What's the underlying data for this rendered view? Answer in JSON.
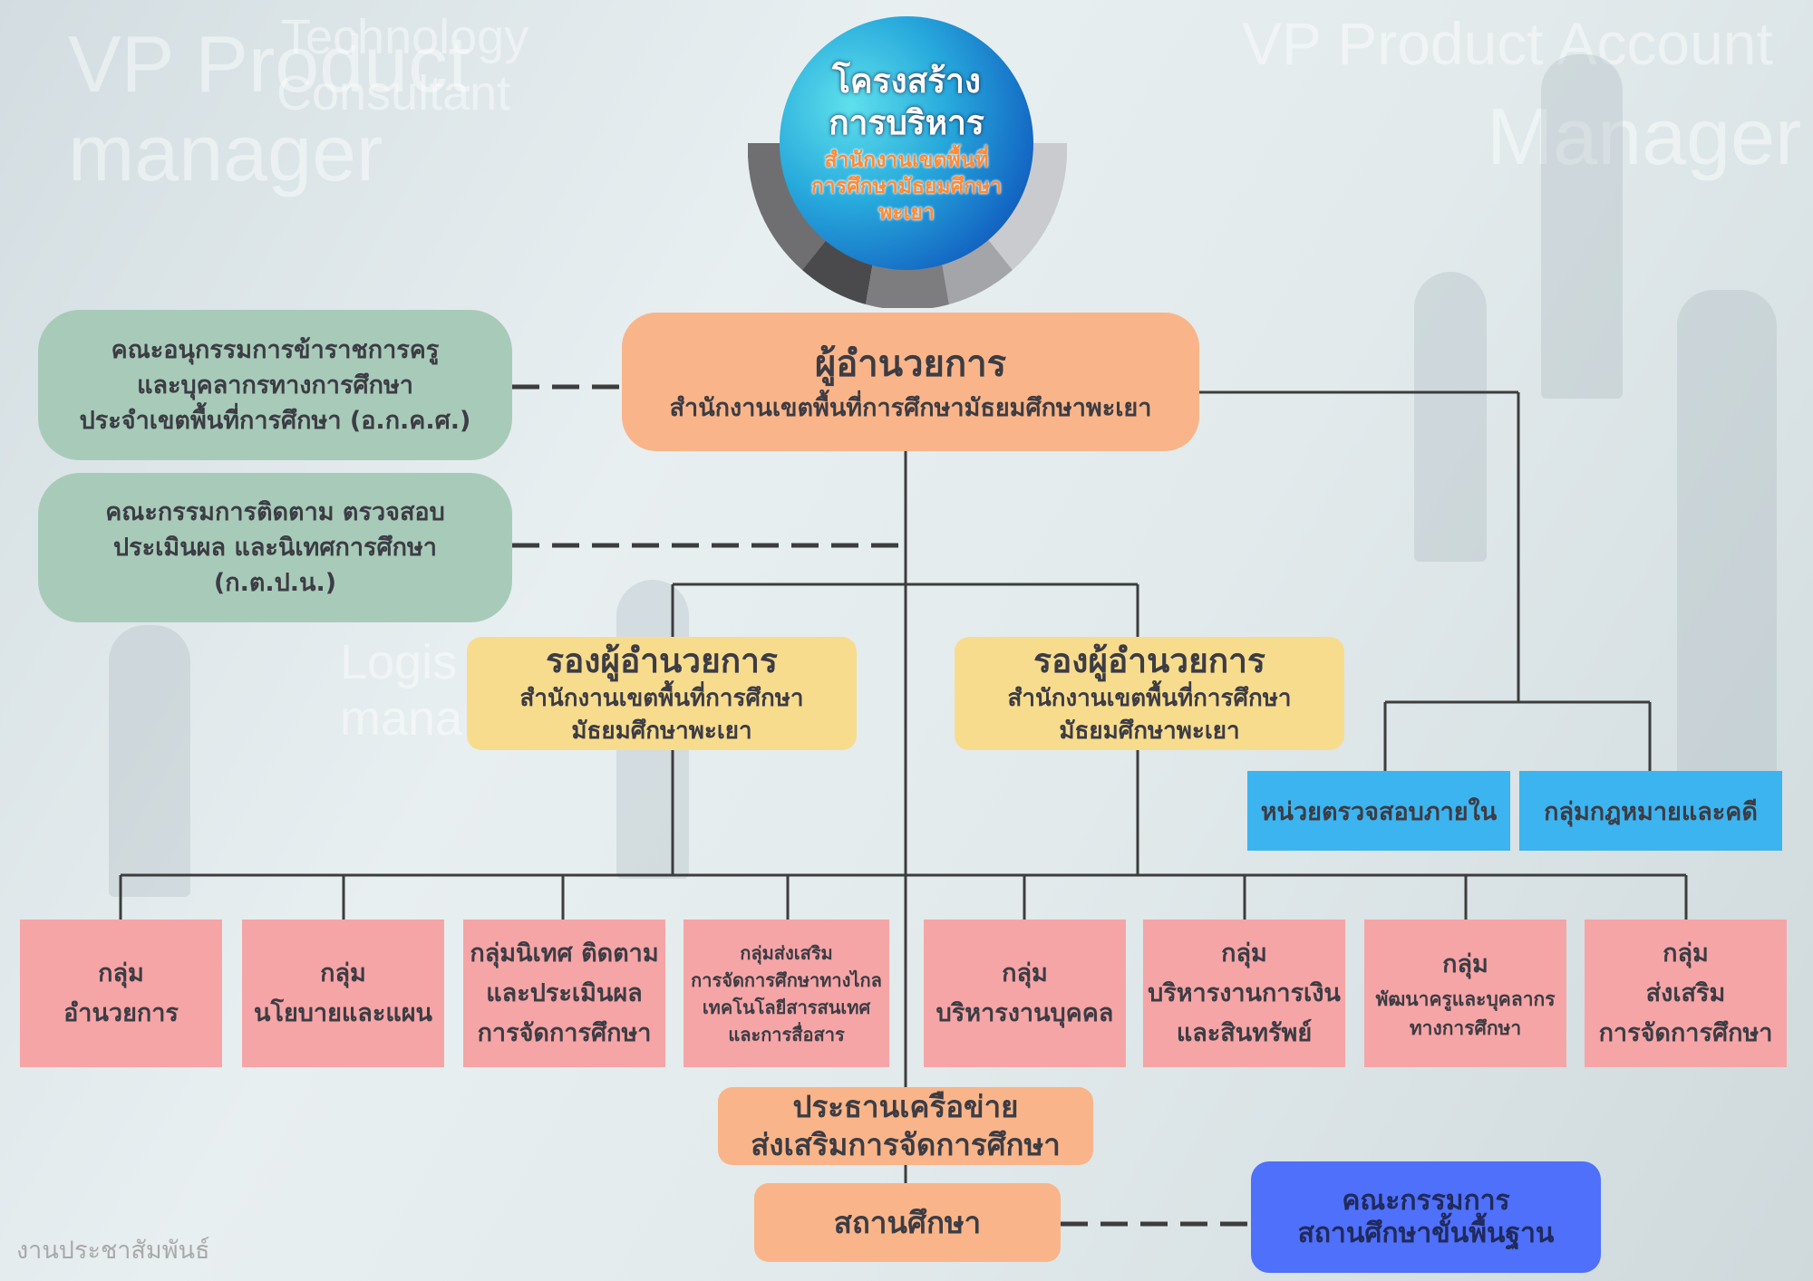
{
  "emblem": {
    "title_line1": "โครงสร้าง",
    "title_line2": "การบริหาร",
    "org_line1": "สำนักงานเขตพื้นที่",
    "org_line2": "การศึกษามัธยมศึกษา",
    "org_line3": "พะเยา"
  },
  "director": {
    "title": "ผู้อำนวยการ",
    "subtitle": "สำนักงานเขตพื้นที่การศึกษามัธยมศึกษาพะเยา"
  },
  "committees": {
    "akks": {
      "line1": "คณะอนุกรรมการข้าราชการครู",
      "line2": "และบุคลากรทางการศึกษา",
      "line3": "ประจำเขตพื้นที่การศึกษา (อ.ก.ค.ศ.)"
    },
    "ktpn": {
      "line1": "คณะกรรมการติดตาม ตรวจสอบ",
      "line2": "ประเมินผล และนิเทศการศึกษา",
      "line3": "(ก.ต.ป.น.)"
    }
  },
  "deputies": [
    {
      "title": "รองผู้อำนวยการ",
      "line1": "สำนักงานเขตพื้นที่การศึกษา",
      "line2": "มัธยมศึกษาพะเยา"
    },
    {
      "title": "รองผู้อำนวยการ",
      "line1": "สำนักงานเขตพื้นที่การศึกษา",
      "line2": "มัธยมศึกษาพะเยา"
    }
  ],
  "direct_units": [
    {
      "label": "หน่วยตรวจสอบภายใน"
    },
    {
      "label": "กลุ่มกฎหมายและคดี"
    }
  ],
  "groups": [
    {
      "line1": "กลุ่ม",
      "line2": "อำนวยการ",
      "line3": ""
    },
    {
      "line1": "กลุ่ม",
      "line2": "นโยบายและแผน",
      "line3": ""
    },
    {
      "line1": "กลุ่มนิเทศ ติดตาม",
      "line2": "และประเมินผล",
      "line3": "การจัดการศึกษา"
    },
    {
      "line1": "กลุ่มส่งเสริม",
      "line2": "การจัดการศึกษาทางไกล",
      "line3": "เทคโนโลยีสารสนเทศ",
      "line4": "และการสื่อสาร"
    },
    {
      "line1": "กลุ่ม",
      "line2": "บริหารงานบุคคล",
      "line3": ""
    },
    {
      "line1": "กลุ่ม",
      "line2": "บริหารงานการเงิน",
      "line3": "และสินทรัพย์"
    },
    {
      "line1": "กลุ่ม",
      "line2": "พัฒนาครูและบุคลากร",
      "line3": "ทางการศึกษา"
    },
    {
      "line1": "กลุ่ม",
      "line2": "ส่งเสริม",
      "line3": "การจัดการศึกษา"
    }
  ],
  "network": {
    "line1": "ประธานเครือข่าย",
    "line2": "ส่งเสริมการจัดการศึกษา"
  },
  "school": {
    "label": "สถานศึกษา"
  },
  "school_board": {
    "line1": "คณะกรรมการ",
    "line2": "สถานศึกษาขั้นพื้นฐาน"
  },
  "footer": {
    "credit": "งานประชาสัมพันธ์"
  },
  "background_text": [
    "VP Product",
    "manager",
    "Technology",
    "Consultant",
    "VP Product Account",
    "Manager",
    "Logis",
    "mana"
  ],
  "colors": {
    "director": "#f9b589",
    "committee": "#a8cbb9",
    "deputy": "#f8dc8e",
    "group": "#f6a5a6",
    "direct_unit": "#3cb4f0",
    "school_board": "#4f70fa",
    "line": "#3d3d3d"
  }
}
